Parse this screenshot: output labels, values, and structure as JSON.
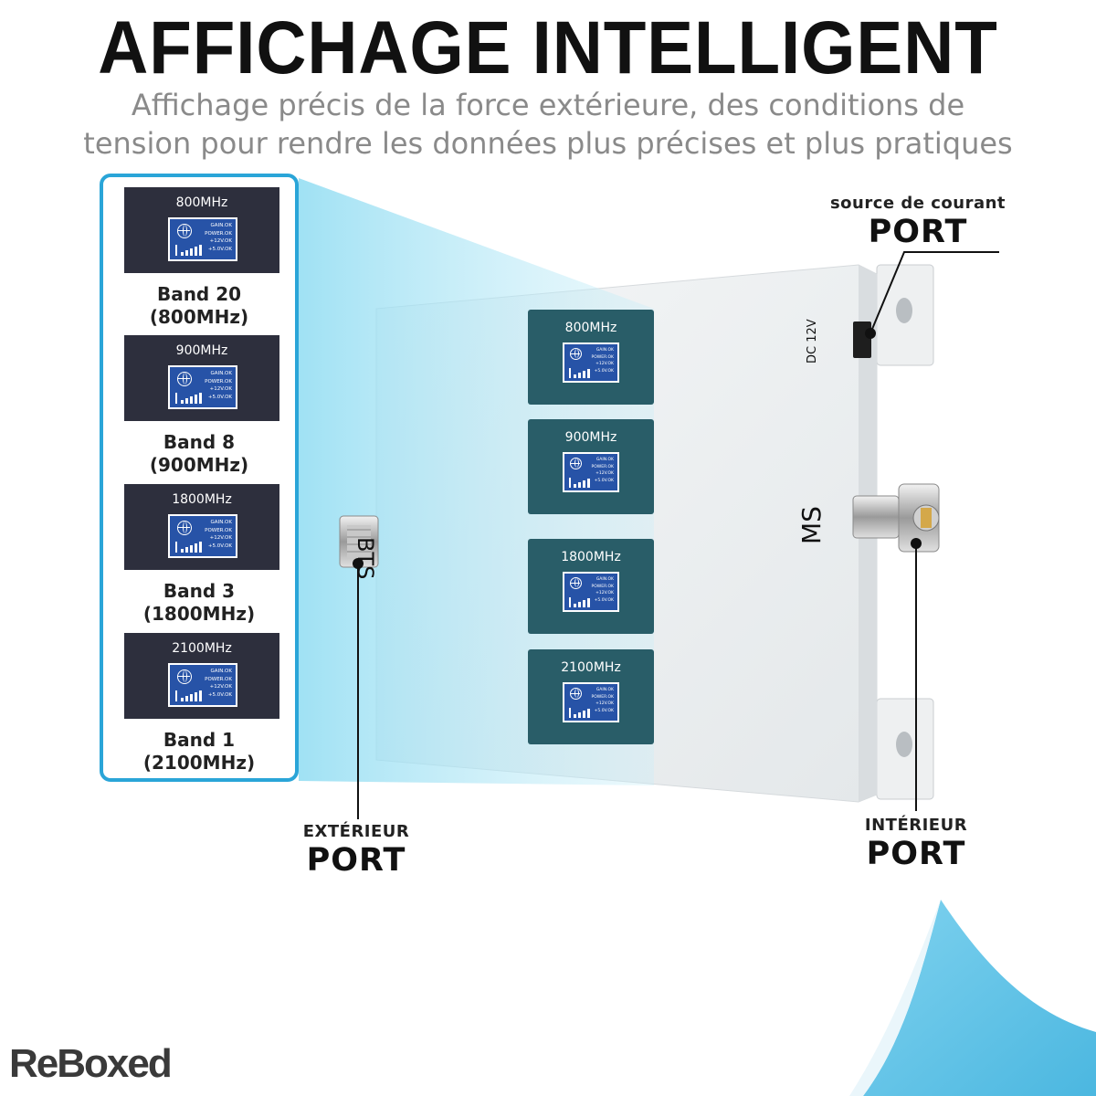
{
  "header": {
    "title": "AFFICHAGE INTELLIGENT",
    "subtitle_line1": "Affichage précis de la force extérieure, des conditions de",
    "subtitle_line2": "tension pour rendre les données plus précises et plus pratiques"
  },
  "bands": [
    {
      "freq": "800MHz",
      "name": "Band 20",
      "range": "(800MHz)"
    },
    {
      "freq": "900MHz",
      "name": "Band 8",
      "range": "(900MHz)"
    },
    {
      "freq": "1800MHz",
      "name": "Band 3",
      "range": "(1800MHz)"
    },
    {
      "freq": "2100MHz",
      "name": "Band 1",
      "range": "(2100MHz)"
    }
  ],
  "lcd": {
    "line1": "GAIN.OK",
    "line2": "POWER.OK",
    "line3": "+12V.OK",
    "line4": "+5.0V.OK"
  },
  "device": {
    "bts_label": "BTS",
    "ms_label": "MS",
    "dc_label": "DC 12V"
  },
  "ports": {
    "power_small": "source de courant",
    "power_big": "PORT",
    "outdoor_small": "EXTÉRIEUR",
    "outdoor_big": "PORT",
    "indoor_small": "INTÉRIEUR",
    "indoor_big": "PORT"
  },
  "brand": {
    "logo": "ReBoxed"
  },
  "colors": {
    "accent_blue": "#2aa5d8",
    "screen_dark": "#2d2f3d",
    "screen_teal": "#295d68",
    "lcd_blue": "#2753a7",
    "corner_blue": "#5ec4e8"
  }
}
